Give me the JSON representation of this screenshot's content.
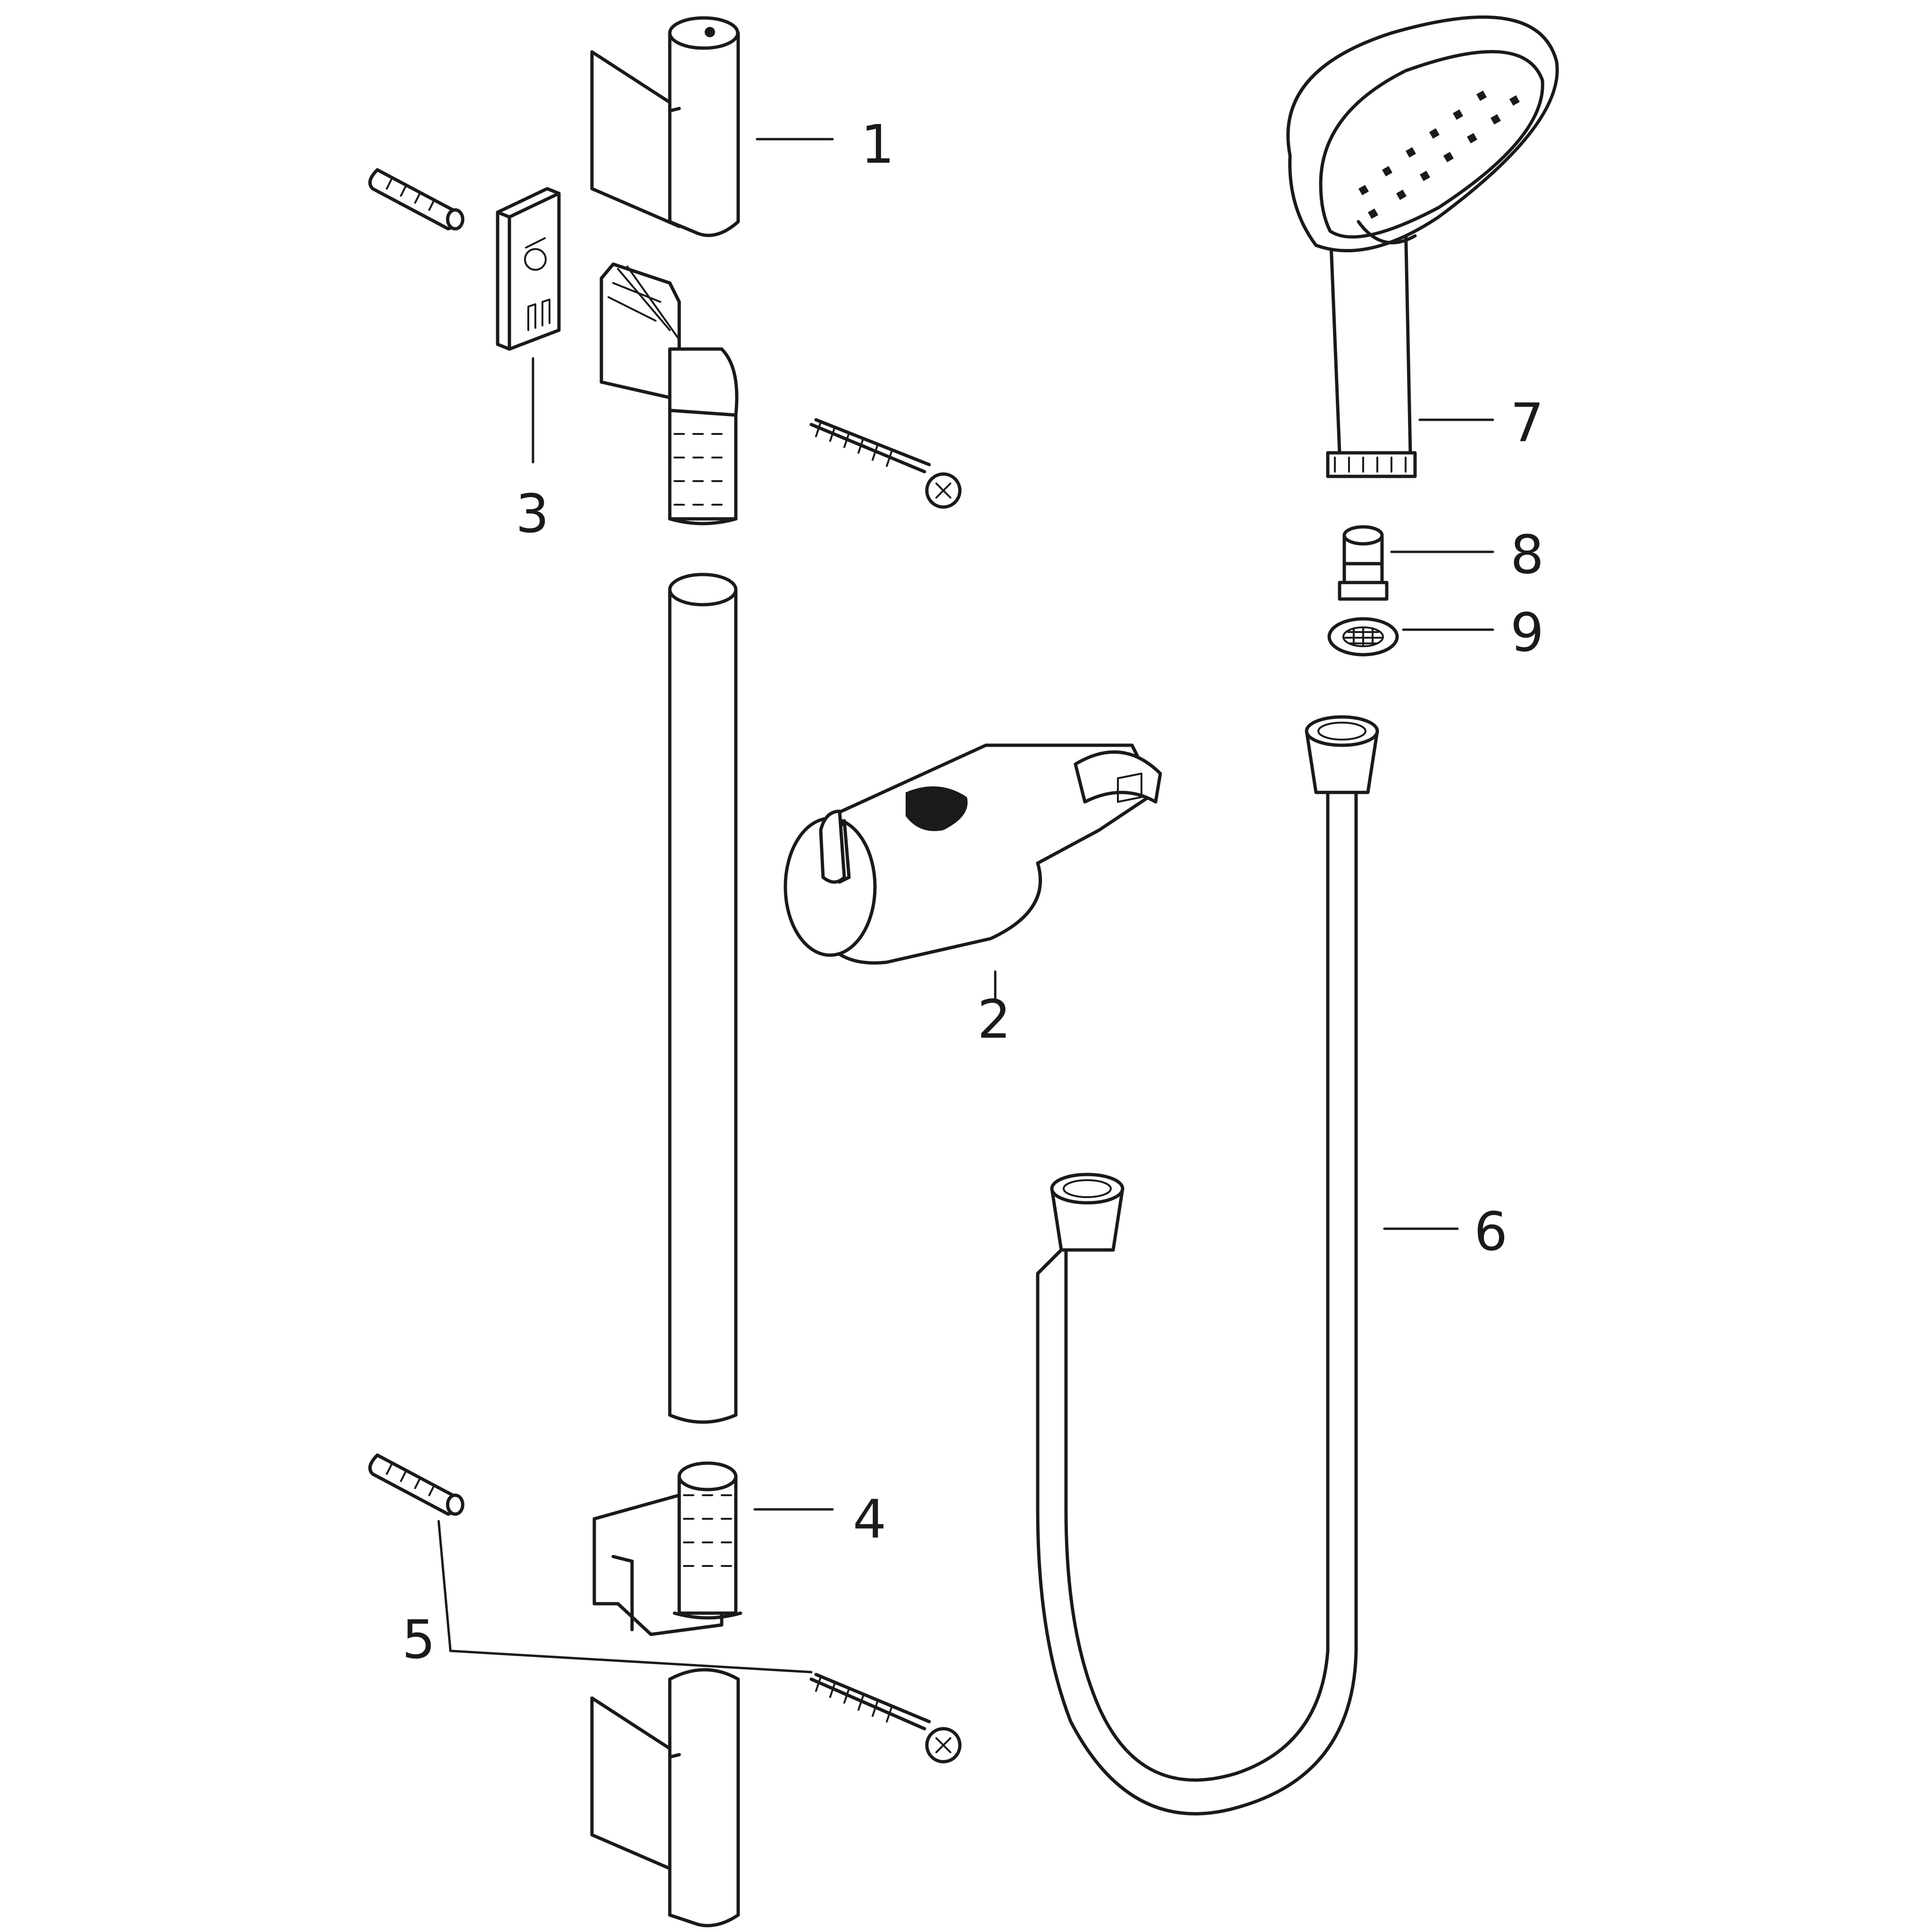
{
  "callouts": [
    {
      "id": "1",
      "label": "1"
    },
    {
      "id": "2",
      "label": "2"
    },
    {
      "id": "3",
      "label": "3"
    },
    {
      "id": "4",
      "label": "4"
    },
    {
      "id": "5",
      "label": "5"
    },
    {
      "id": "6",
      "label": "6"
    },
    {
      "id": "7",
      "label": "7"
    },
    {
      "id": "8",
      "label": "8"
    },
    {
      "id": "9",
      "label": "9"
    }
  ],
  "parts": [
    {
      "callout": "1",
      "icon": "top-cover-cap-icon"
    },
    {
      "callout": "2",
      "icon": "slider-holder-icon"
    },
    {
      "callout": "3",
      "icon": "wall-plate-icon"
    },
    {
      "callout": "4",
      "icon": "lower-wall-bracket-icon"
    },
    {
      "callout": "5",
      "icon": "dowel-and-screw-icon"
    },
    {
      "callout": "6",
      "icon": "shower-hose-icon"
    },
    {
      "callout": "7",
      "icon": "hand-shower-icon"
    },
    {
      "callout": "8",
      "icon": "flow-restrictor-icon"
    },
    {
      "callout": "9",
      "icon": "sieve-washer-icon"
    }
  ]
}
